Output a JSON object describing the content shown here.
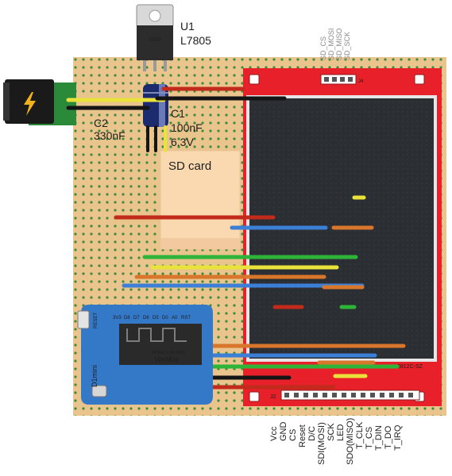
{
  "regulator": {
    "ref": "U1",
    "part": "L7805",
    "marking": "V805"
  },
  "cap_c2": {
    "ref": "C2",
    "value": "330nF"
  },
  "cap_c1": {
    "ref": "C1",
    "value": "100nF",
    "voltage": "6.3V"
  },
  "sd_card": {
    "label": "SD card"
  },
  "tft": {
    "model": "2812C-SZ",
    "header_marker": "J4",
    "bottom_marker": "J2"
  },
  "sd_pins": [
    "SD_CS",
    "SD_MOSI",
    "SD_MISO",
    "SD_SCK"
  ],
  "tft_pins": [
    "Vcc",
    "GND",
    "CS",
    "Reset",
    "D/C",
    "SDI(MOSI)",
    "SCK",
    "LED",
    "SDO(MISO)",
    "T_CLK",
    "T_CS",
    "T_DIN",
    "T_DO",
    "T_IRQ"
  ],
  "d1mini": {
    "reset_label": "RESET",
    "top_pins": [
      "3V3",
      "D8",
      "D7",
      "D6",
      "D5",
      "D0",
      "A0",
      "RST"
    ],
    "brand": "WeMos",
    "model_line": "MODEL ESP-8266",
    "board_name": "D1mini"
  },
  "colors": {
    "board": "#e9c48c",
    "tft_red": "#e8202a",
    "screen": "#2a2d31",
    "wire_red": "#c22a1c",
    "wire_yellow": "#e8e23a",
    "wire_black": "#151515",
    "wire_green": "#2fb43a",
    "wire_blue": "#3b7fd6",
    "wire_orange": "#d8772c",
    "d1_blue": "#3478c8"
  }
}
